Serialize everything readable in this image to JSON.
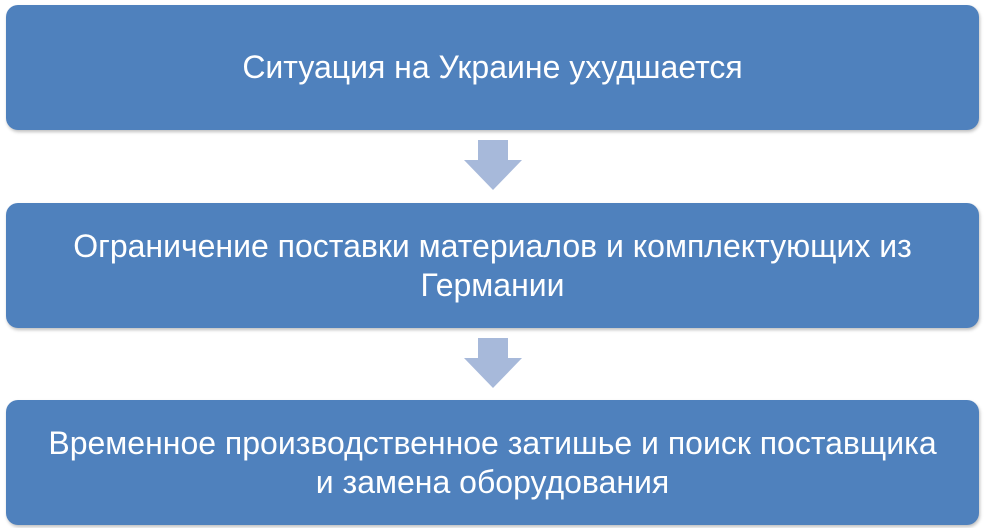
{
  "colors": {
    "box_fill": "#4F81BD",
    "arrow_fill": "#A7B9DA",
    "text": "#FFFFFF"
  },
  "steps": [
    {
      "text": "Ситуация на Украине ухудшается"
    },
    {
      "text": "Ограничение поставки материалов и комплектующих из Германии"
    },
    {
      "text": "Временное производственное затишье и поиск поставщика и замена оборудования"
    }
  ],
  "arrows": [
    {
      "icon": "down-arrow-icon"
    },
    {
      "icon": "down-arrow-icon"
    }
  ]
}
